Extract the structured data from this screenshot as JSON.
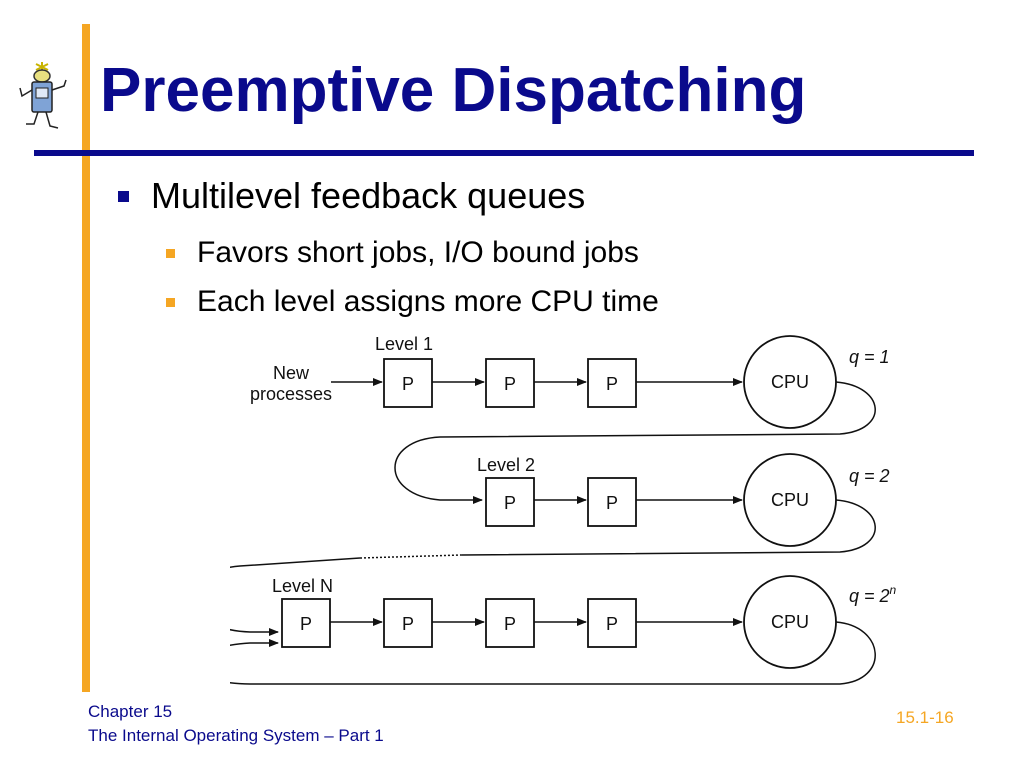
{
  "slide": {
    "title": "Preemptive Dispatching",
    "bullet": "Multilevel feedback queues",
    "sub_bullets": [
      "Favors short jobs, I/O bound jobs",
      "Each level assigns more CPU time"
    ]
  },
  "diagram": {
    "new_processes": [
      "New",
      "processes"
    ],
    "process_label": "P",
    "cpu_label": "CPU",
    "levels": [
      {
        "name": "Level 1",
        "quantum": "q = 1"
      },
      {
        "name": "Level 2",
        "quantum": "q = 2"
      },
      {
        "name": "Level N",
        "quantum_base": "q = 2",
        "quantum_exp": "n"
      }
    ]
  },
  "footer": {
    "chapter": "Chapter 15",
    "subtitle": "The Internal Operating System – Part 1",
    "page": "15.1-16"
  },
  "colors": {
    "title": "#0a0a8c",
    "accent": "#f5a623"
  },
  "icons": [
    "cartoon-mascot-logo"
  ]
}
